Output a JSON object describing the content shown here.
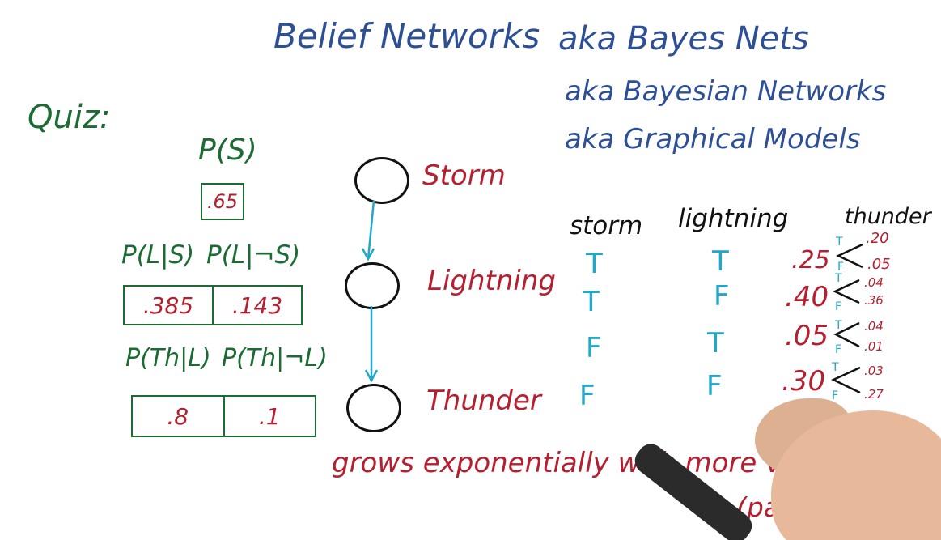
{
  "title": "Belief Networks",
  "aka_lines": [
    "aka Bayes Nets",
    "aka Bayesian Networks",
    "aka Graphical Models"
  ],
  "quiz_label": "Quiz:",
  "cpt": {
    "ps_label": "P(S)",
    "ps_value": ".65",
    "pl_s_label": "P(L|S)",
    "pl_not_s_label": "P(L|¬S)",
    "pl_s_value": ".385",
    "pl_not_s_value": ".143",
    "pth_l_label": "P(Th|L)",
    "pth_not_l_label": "P(Th|¬L)",
    "pth_l_value": ".8",
    "pth_not_l_value": ".1"
  },
  "nodes": {
    "storm": "Storm",
    "lightning": "Lightning",
    "thunder": "Thunder"
  },
  "table": {
    "headers": [
      "storm",
      "lightning",
      "thunder"
    ],
    "rows": [
      {
        "storm": "T",
        "lightning": "T",
        "value": ".25",
        "t": ".20",
        "f": ".05"
      },
      {
        "storm": "T",
        "lightning": "F",
        "value": ".40",
        "t": ".04",
        "f": ".36"
      },
      {
        "storm": "F",
        "lightning": "T",
        "value": ".05",
        "t": ".04",
        "f": ".01"
      },
      {
        "storm": "F",
        "lightning": "F",
        "value": ".30",
        "t": ".03",
        "f": ".27"
      }
    ],
    "branch_t": "T",
    "branch_f": "F"
  },
  "notes": {
    "growth": "grows exponentially with more variables! (indegree)",
    "parents": "(parents)"
  },
  "colors": {
    "blue": "#2d4f95",
    "green": "#1c6b34",
    "red": "#b51f2f",
    "cyan": "#20a7c9",
    "black": "#111111"
  }
}
